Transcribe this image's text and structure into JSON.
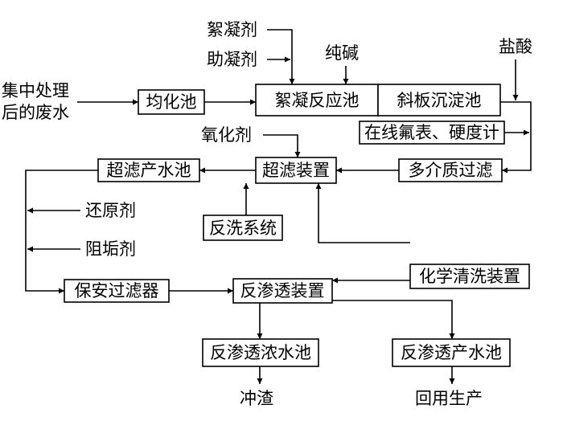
{
  "source_label": [
    "集中处理",
    "后的废水"
  ],
  "nodes": {
    "equalization_tank": "均化池",
    "flocculation_tank": "絮凝反应池",
    "inclined_sedimentation_tank": "斜板沉淀池",
    "online_meters": "在线氟表、硬度计",
    "multimedia_filter": "多介质过滤",
    "ultrafiltration_unit": "超滤装置",
    "uf_product_tank": "超滤产水池",
    "backwash_system": "反洗系统",
    "security_filter": "保安过滤器",
    "ro_unit": "反渗透装置",
    "chemical_cleaning": "化学清洗装置",
    "ro_concentrate_tank": "反渗透浓水池",
    "ro_product_tank": "反渗透产水池"
  },
  "reagents": {
    "flocculant": "絮凝剂",
    "coagulant_aid": "助凝剂",
    "soda_ash": "纯碱",
    "hydrochloric_acid": "盐酸",
    "oxidant": "氧化剂",
    "reducing_agent": "还原剂",
    "antiscalant": "阻垢剂"
  },
  "outputs": {
    "flushing_slag": "冲渣",
    "reuse_production": "回用生产"
  }
}
